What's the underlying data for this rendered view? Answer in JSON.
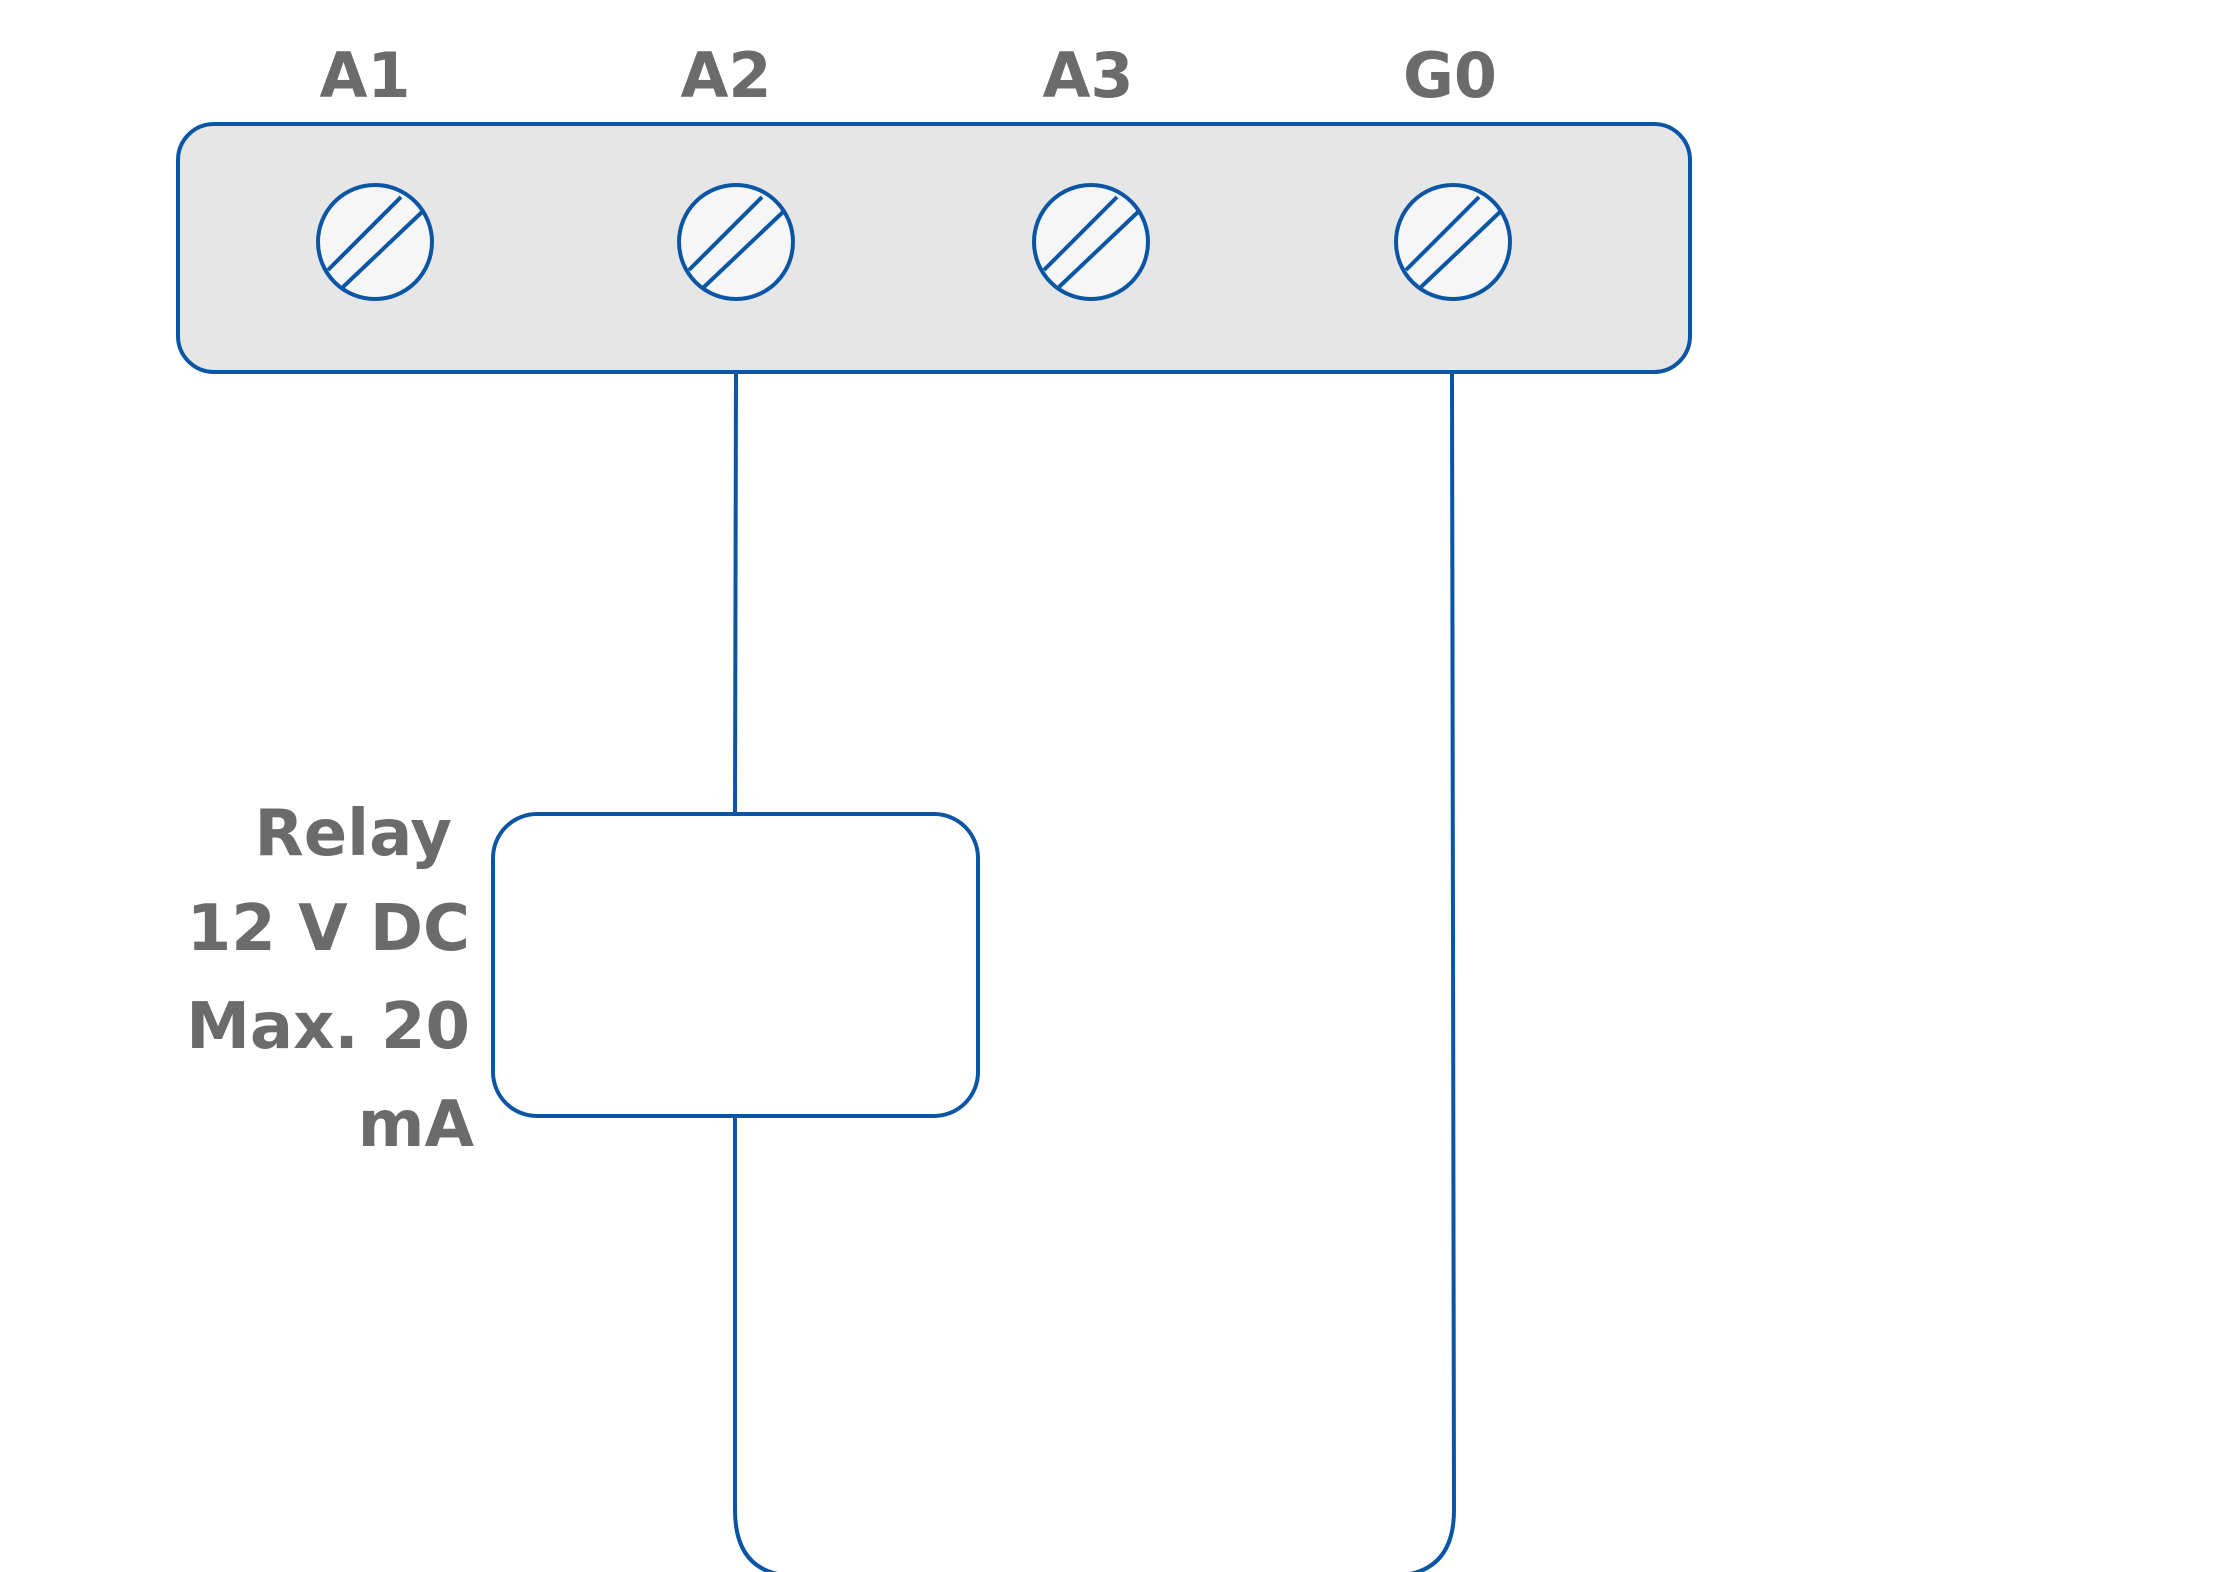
{
  "terminals": [
    {
      "id": "a1",
      "label": "A1"
    },
    {
      "id": "a2",
      "label": "A2"
    },
    {
      "id": "a3",
      "label": "A3"
    },
    {
      "id": "g0",
      "label": "G0"
    }
  ],
  "relay": {
    "lines": [
      "Relay",
      "12 V DC",
      "Max. 20",
      "mA"
    ]
  },
  "wiring": {
    "relay_top_to": "A2",
    "relay_bottom_to": "G0"
  },
  "colors": {
    "stroke": "#0a56a5",
    "terminal_block_fill": "#e6e6e6",
    "screw_fill": "#f6f6f7",
    "label_text": "#6b6b6b"
  }
}
